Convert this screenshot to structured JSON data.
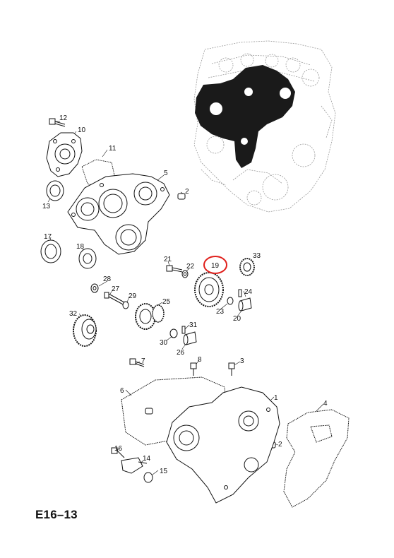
{
  "diagram": {
    "code": "E16–13",
    "highlighted_callout": "19",
    "highlight_color": "#e0201c",
    "ink_color": "#111111"
  },
  "callouts": {
    "c1": "1",
    "c2a": "2",
    "c2b": "2",
    "c3": "3",
    "c4": "4",
    "c5": "5",
    "c6": "6",
    "c7": "7",
    "c8": "8",
    "c10": "10",
    "c11": "11",
    "c12": "12",
    "c13": "13",
    "c14": "14",
    "c15": "15",
    "c16": "16",
    "c17": "17",
    "c18": "18",
    "c19": "19",
    "c20": "20",
    "c21": "21",
    "c22": "22",
    "c23": "23",
    "c24": "24",
    "c25": "25",
    "c26": "26",
    "c27": "27",
    "c28": "28",
    "c29": "29",
    "c30": "30",
    "c31": "31",
    "c32": "32",
    "c33": "33"
  }
}
